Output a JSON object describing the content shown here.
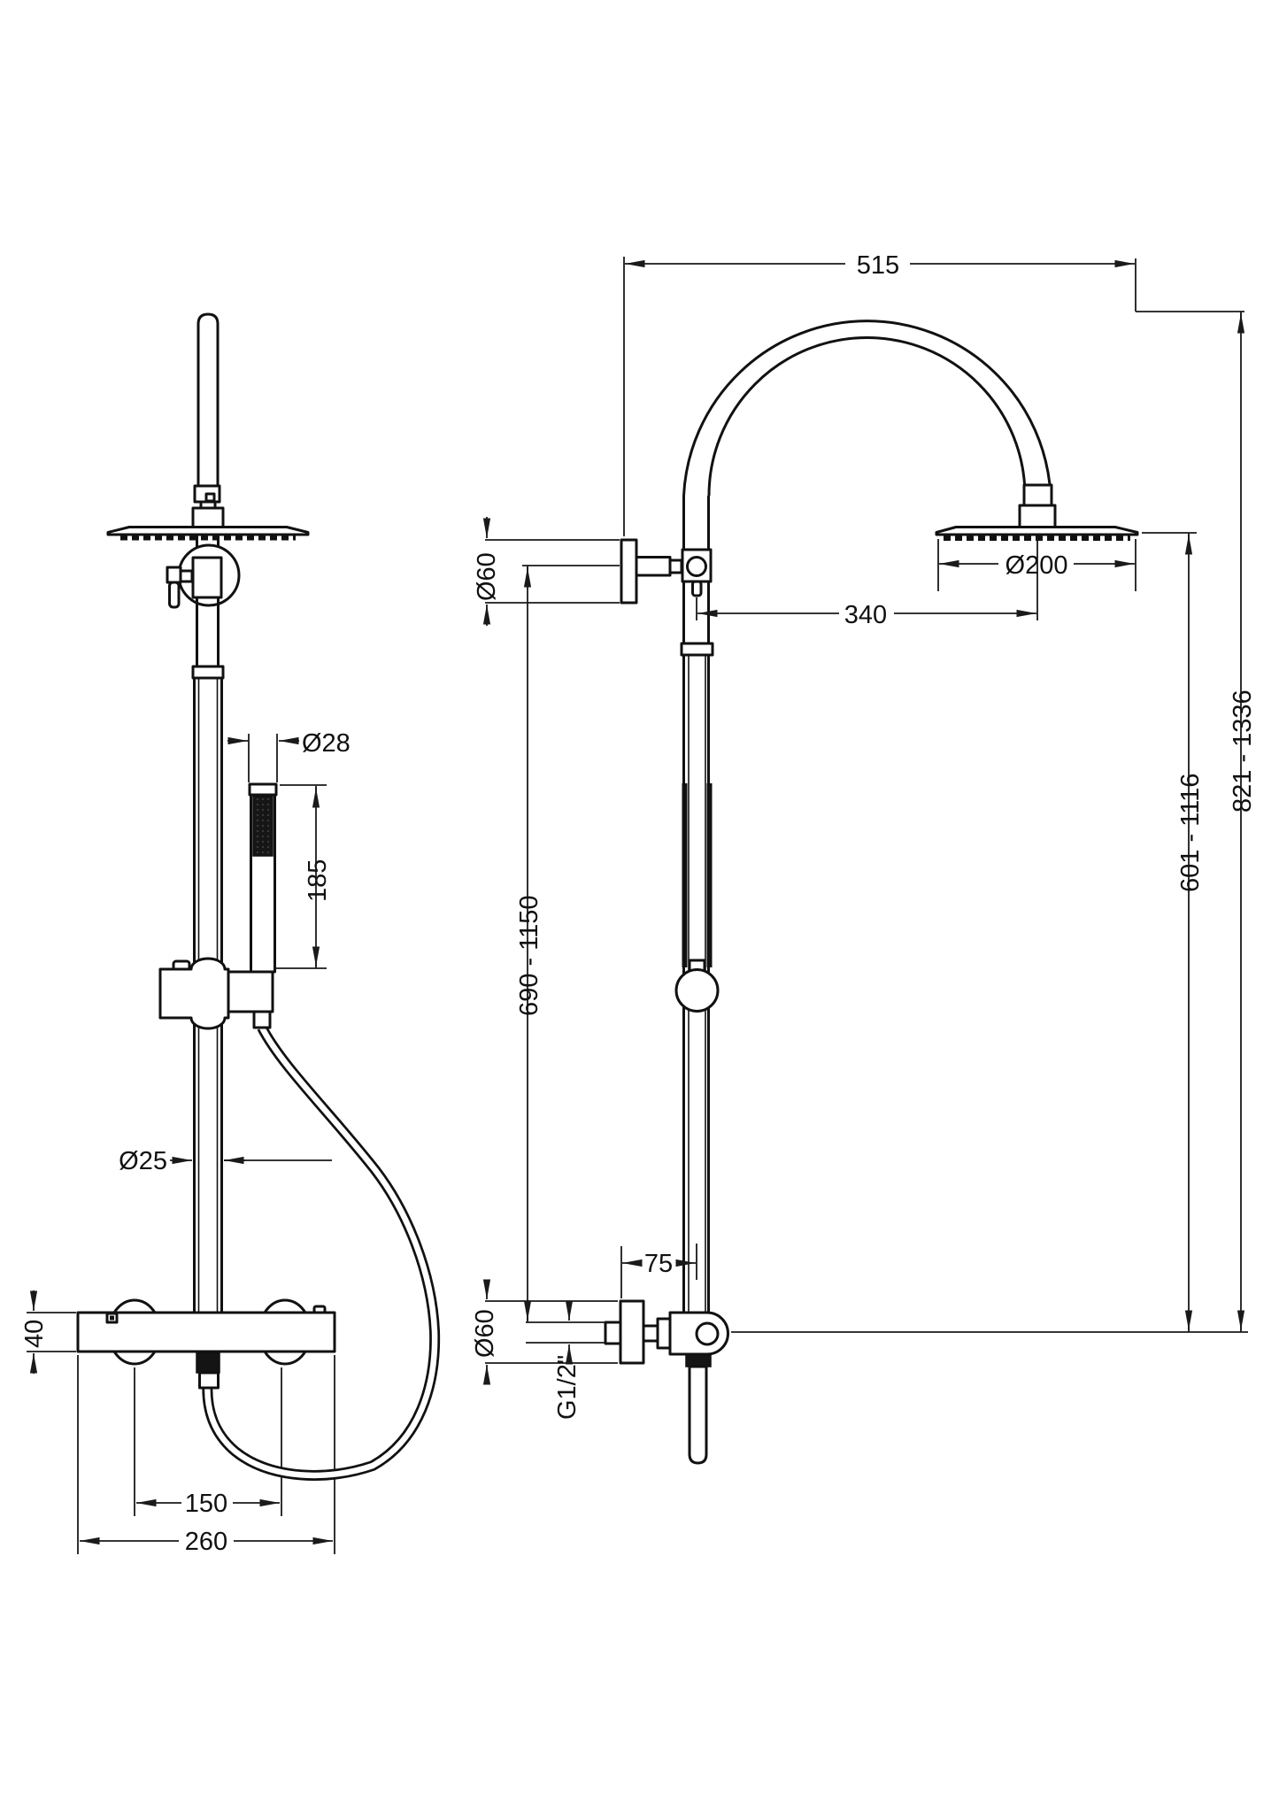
{
  "drawing": {
    "type": "technical-dimension-drawing",
    "product": "Thermostatic bar shower with rigid riser, fixed drencher head and sliding handset",
    "background_color": "#ffffff",
    "line_color": "#111111",
    "views": {
      "front": {
        "name": "front-elevation",
        "labels": {
          "handset_diameter": "Ø28",
          "handset_length": "185",
          "riser_diameter": "Ø25",
          "valve_body_height": "40",
          "inlet_centres": "150",
          "valve_body_width": "260"
        }
      },
      "side": {
        "name": "side-elevation",
        "labels": {
          "arm_projection": "515",
          "wall_bracket_diameter": "Ø60",
          "head_diameter": "Ø200",
          "head_projection": "340",
          "riser_height_range": "690 - 1150",
          "head_height_range": "601 - 1116",
          "overall_height_range": "821 - 1336",
          "valve_projection": "75",
          "valve_bracket_diameter": "Ø60",
          "inlet_connection": "G1/2\""
        }
      }
    }
  }
}
